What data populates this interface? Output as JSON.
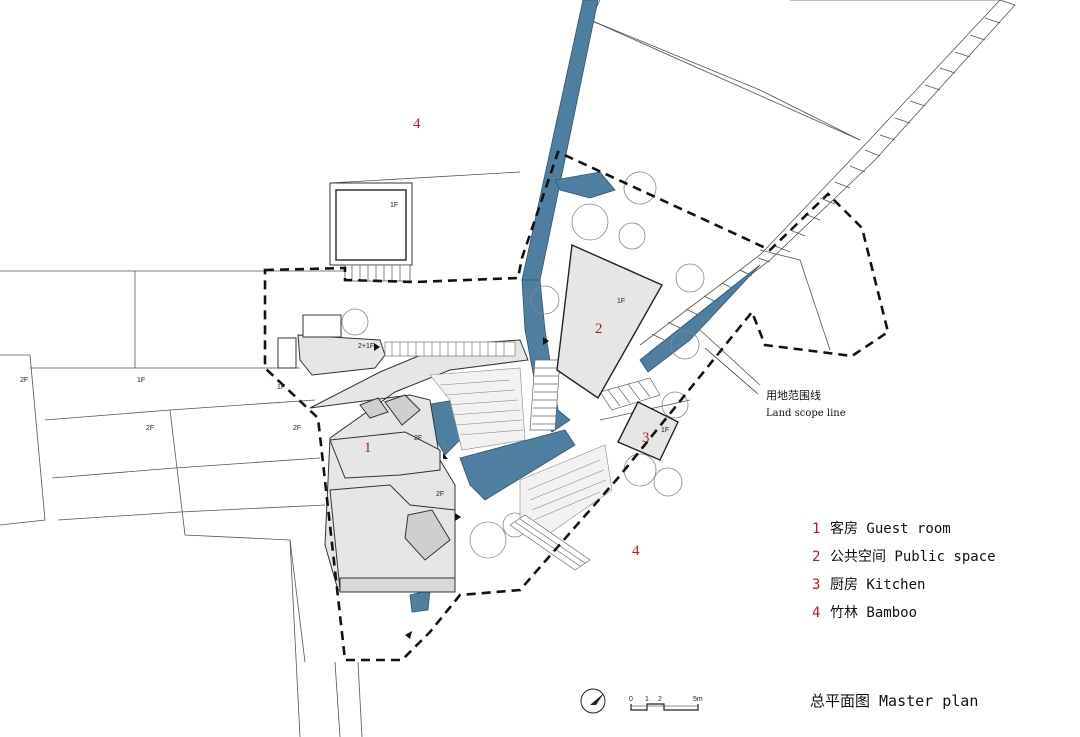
{
  "plan": {
    "title": "总平面图 Master plan",
    "site_boundary_label_zh": "用地范围线",
    "site_boundary_label_en": "Land scope line",
    "colors": {
      "water": "#4f7fa0",
      "zone_number": "#b41f1f",
      "building_fill": "#e6e6e6",
      "boundary": "#000000"
    },
    "zone_numbers": {
      "guest": "1",
      "public": "2",
      "kitchen": "3",
      "bamboo": "4"
    },
    "floor_labels": {
      "one": "1F",
      "two": "2F",
      "two_plus_one": "2+1F"
    },
    "scale_bar": {
      "t0": "0",
      "t1": "1",
      "t2": "2",
      "t5": "5m"
    },
    "north_arrow_icon": "north-arrow-icon"
  },
  "legend": [
    {
      "num": "1",
      "text": "客房 Guest room"
    },
    {
      "num": "2",
      "text": "公共空间 Public space"
    },
    {
      "num": "3",
      "text": "厨房 Kitchen"
    },
    {
      "num": "4",
      "text": "竹林 Bamboo"
    }
  ]
}
